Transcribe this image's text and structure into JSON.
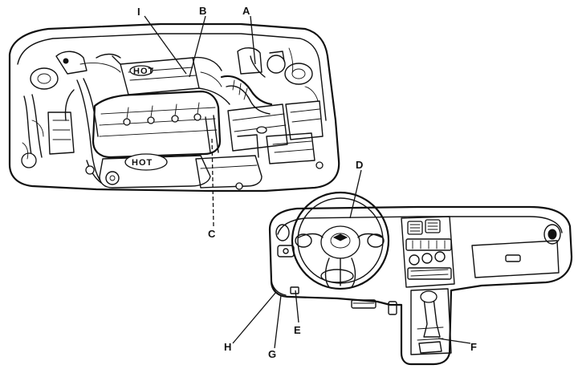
{
  "callouts": {
    "a": "A",
    "b": "B",
    "c": "C",
    "d": "D",
    "e": "E",
    "f": "F",
    "g": "G",
    "h": "H",
    "i": "I"
  },
  "engine_cover_text": "HOT",
  "air_cleaner_text": "HOT"
}
